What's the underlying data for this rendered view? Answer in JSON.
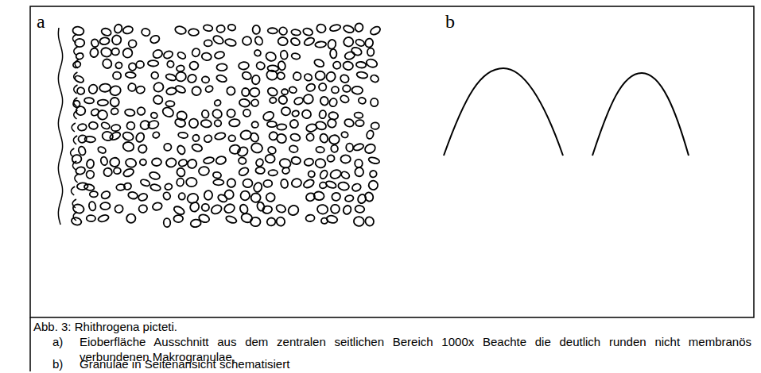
{
  "diagram": {
    "caption": "Abb. 3: Rhithrogena picteti.",
    "labels": [
      "a",
      "b",
      "a)",
      "Eioberfläche Ausschnitt aus dem zentralen seitlichen Bereich 1000x Beachte die deutlich runden nicht membranös verbundenen Makrogranulae,",
      "b)",
      "Granulae in Seitenansicht schematisiert"
    ]
  }
}
